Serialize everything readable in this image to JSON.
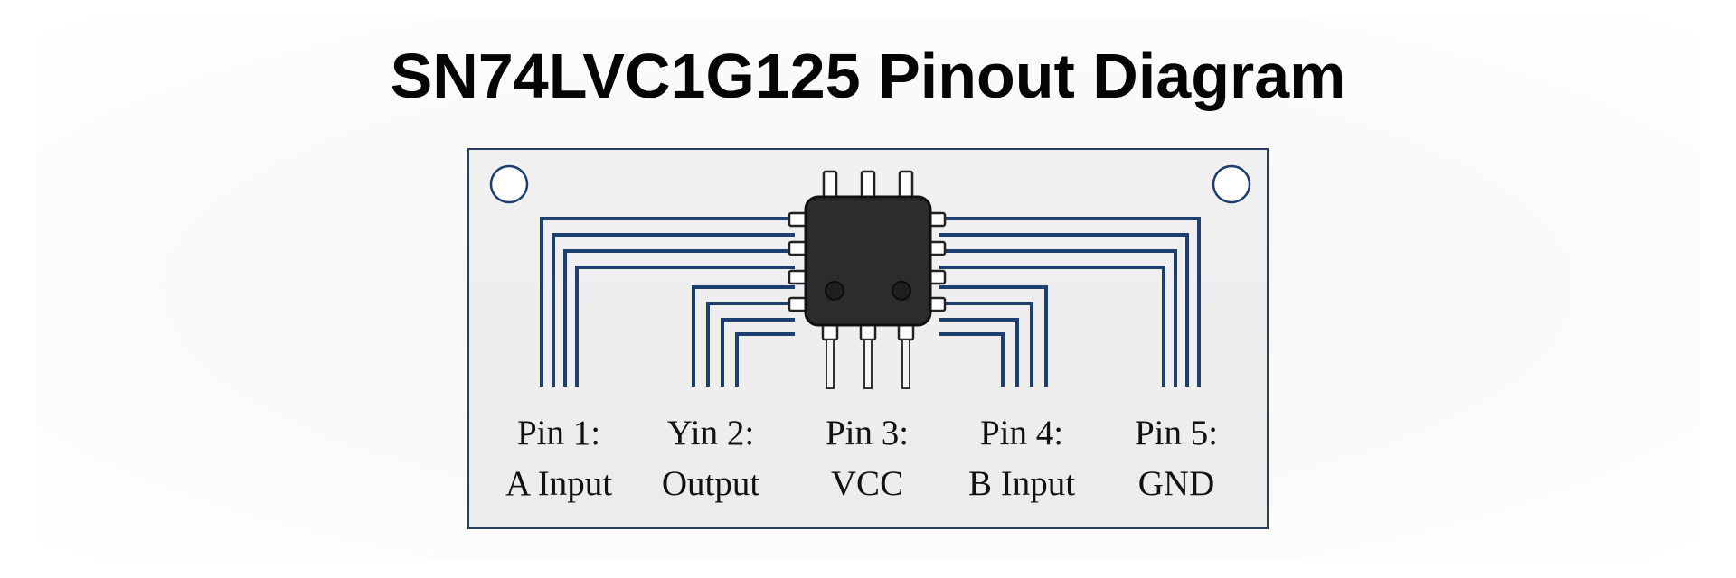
{
  "title": "SN74LVC1G125 Pinout Diagram",
  "pins": [
    {
      "number_label": "Pin 1:",
      "function": "A Input"
    },
    {
      "number_label": "Yin 2:",
      "function": "Output"
    },
    {
      "number_label": "Pin 3:",
      "function": "VCC"
    },
    {
      "number_label": "Pin 4:",
      "function": "B Input"
    },
    {
      "number_label": "Pin 5:",
      "function": "GND"
    }
  ],
  "colors": {
    "trace": "#1d3f6e",
    "chip_body": "#2c2c2c",
    "board": "#ededee",
    "board_border": "#2a3f60"
  }
}
